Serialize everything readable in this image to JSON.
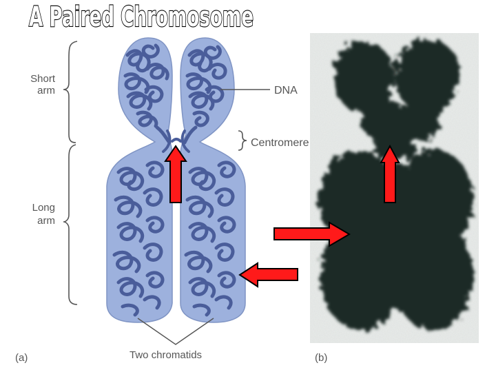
{
  "slide": {
    "title": "A Paired Chromosome"
  },
  "panel_a": {
    "short_arm": [
      "Short",
      "arm"
    ],
    "long_arm": [
      "Long",
      "arm"
    ],
    "dna": "DNA",
    "centromere": "Centromere",
    "two_chromatids": "Two chromatids",
    "caption": "(a)"
  },
  "panel_b": {
    "caption": "(b)"
  },
  "colors": {
    "chromatid_fill": "#9db1dd",
    "dna_coil": "#4a5d9a",
    "arrow": "#ff1a1a",
    "micrograph_dark": "#1f2a28"
  }
}
